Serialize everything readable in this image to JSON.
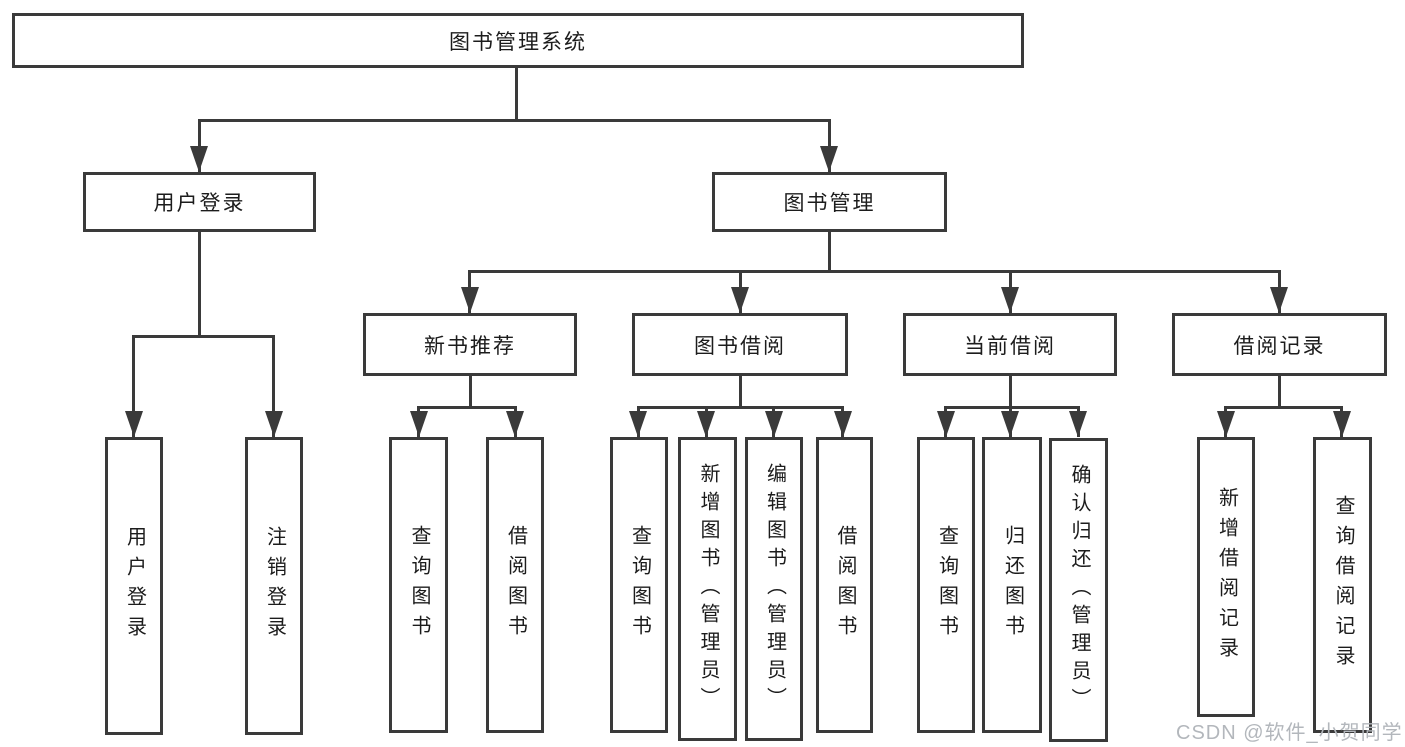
{
  "tree": {
    "label": "图书管理系统",
    "children": [
      {
        "label": "用户登录",
        "children": [
          {
            "label": "用户登录"
          },
          {
            "label": "注销登录"
          }
        ]
      },
      {
        "label": "图书管理",
        "children": [
          {
            "label": "新书推荐",
            "children": [
              {
                "label": "查询图书"
              },
              {
                "label": "借阅图书"
              }
            ]
          },
          {
            "label": "图书借阅",
            "children": [
              {
                "label": "查询图书"
              },
              {
                "label": "新增图书（管理员）"
              },
              {
                "label": "编辑图书（管理员）"
              },
              {
                "label": "借阅图书"
              }
            ]
          },
          {
            "label": "当前借阅",
            "children": [
              {
                "label": "查询图书"
              },
              {
                "label": "归还图书"
              },
              {
                "label": "确认归还（管理员）"
              }
            ]
          },
          {
            "label": "借阅记录",
            "children": [
              {
                "label": "新增借阅记录"
              },
              {
                "label": "查询借阅记录"
              }
            ]
          }
        ]
      }
    ]
  },
  "watermark": {
    "text": "CSDN @软件_小贺同学"
  },
  "colors": {
    "line": "#3a3a3a",
    "text": "#1c1c1c",
    "background": "#ffffff",
    "watermark": "#b3b7bc"
  }
}
